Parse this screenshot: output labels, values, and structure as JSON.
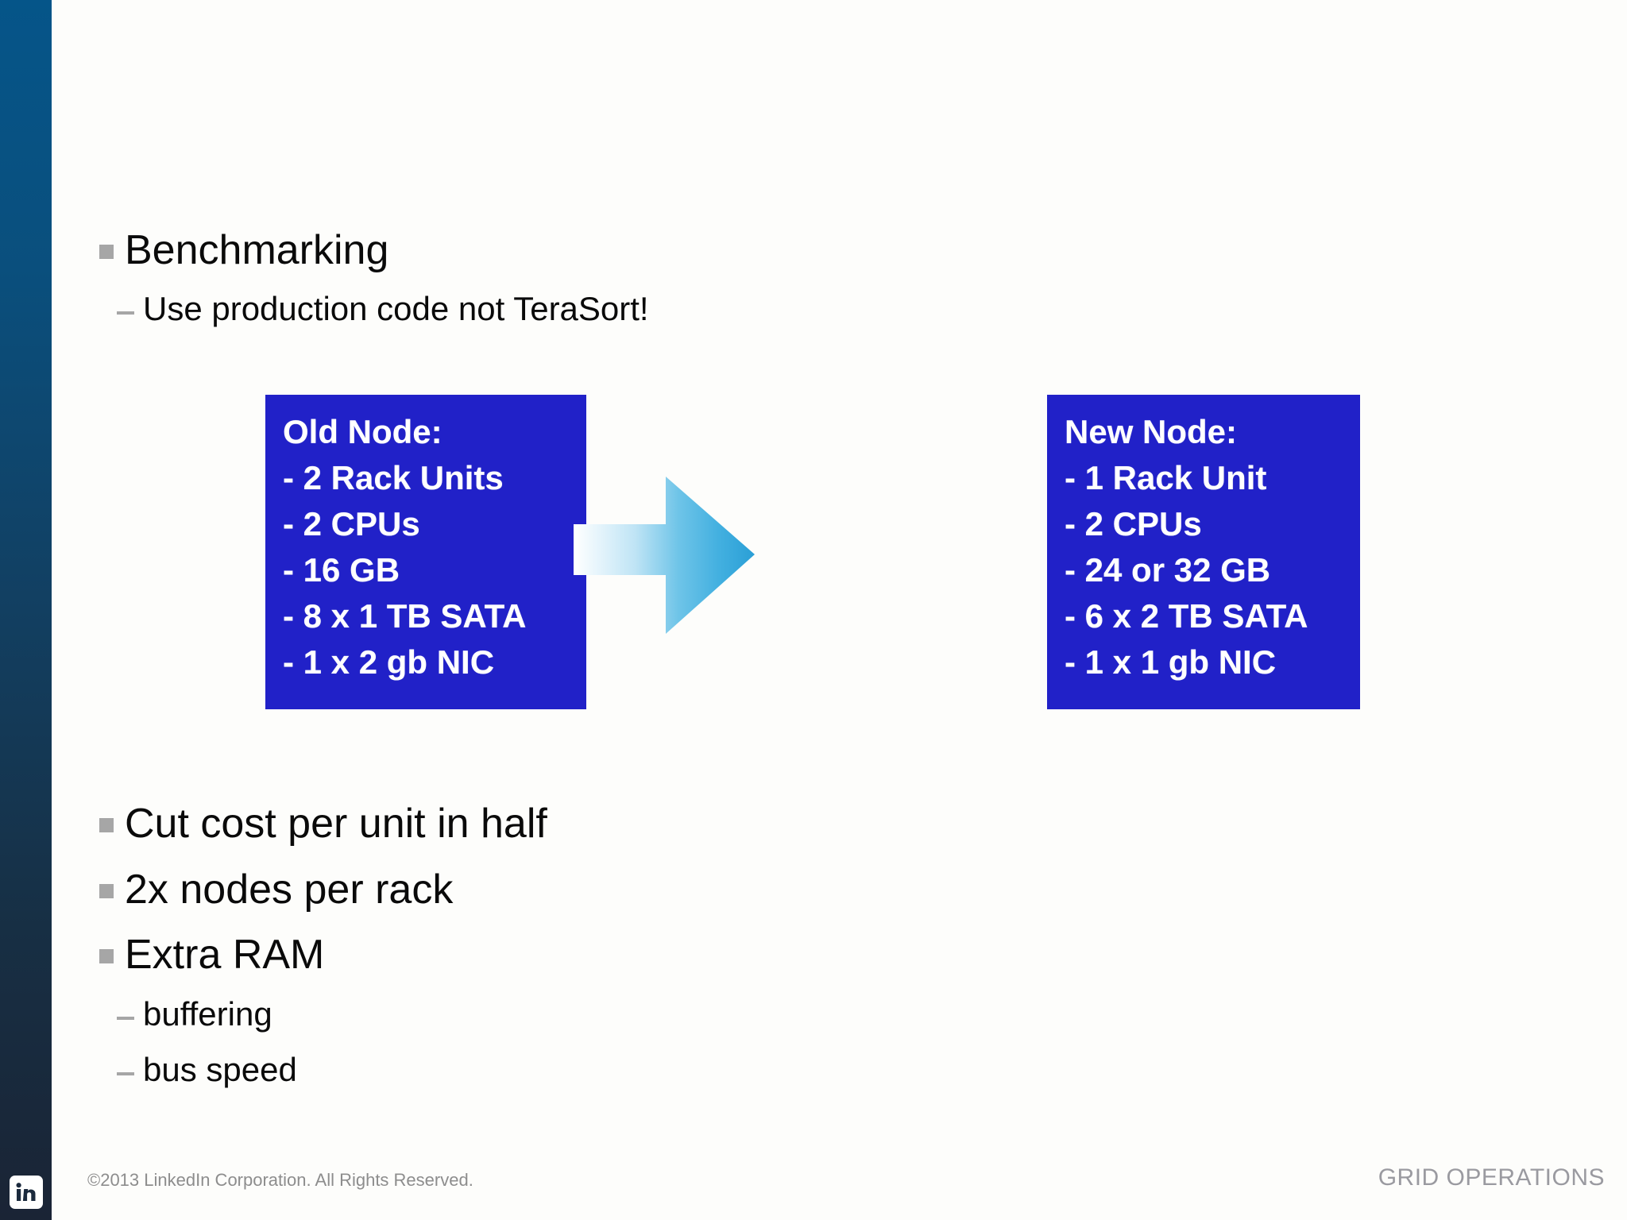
{
  "slide": {
    "bullets_top": [
      {
        "level": 1,
        "text": "Benchmarking"
      },
      {
        "level": 2,
        "text": "Use production code not TeraSort!"
      }
    ],
    "bullets_bottom": [
      {
        "level": 1,
        "text": "Cut cost per unit in half"
      },
      {
        "level": 1,
        "text": "2x nodes per rack"
      },
      {
        "level": 1,
        "text": "Extra RAM"
      },
      {
        "level": 2,
        "text": "buffering"
      },
      {
        "level": 2,
        "text": "bus speed"
      }
    ],
    "old_node": {
      "title": "Old Node:",
      "specs": [
        "- 2 Rack Units",
        "- 2 CPUs",
        "- 16 GB",
        "- 8 x 1 TB SATA",
        "- 1 x 2 gb NIC"
      ]
    },
    "new_node": {
      "title": "New Node:",
      "specs": [
        "- 1 Rack Unit",
        "- 2 CPUs",
        "- 24 or 32 GB",
        "- 6 x 2 TB SATA",
        "- 1 x 1 gb NIC"
      ]
    },
    "arrow": {
      "icon": "right-arrow-icon"
    },
    "footer": {
      "copyright": "©2013 LinkedIn Corporation. All Rights Reserved.",
      "section_label": "GRID OPERATIONS",
      "logo": "linkedin-logo-icon"
    },
    "colors": {
      "node_box_blue": "#2121c8",
      "sidebar_top": "#055589",
      "sidebar_bottom": "#1a2435",
      "arrow_blue": "#36a9dd",
      "bullet_marker_gray": "#a6a6a6",
      "footer_text_gray": "#8d8d8d"
    }
  }
}
